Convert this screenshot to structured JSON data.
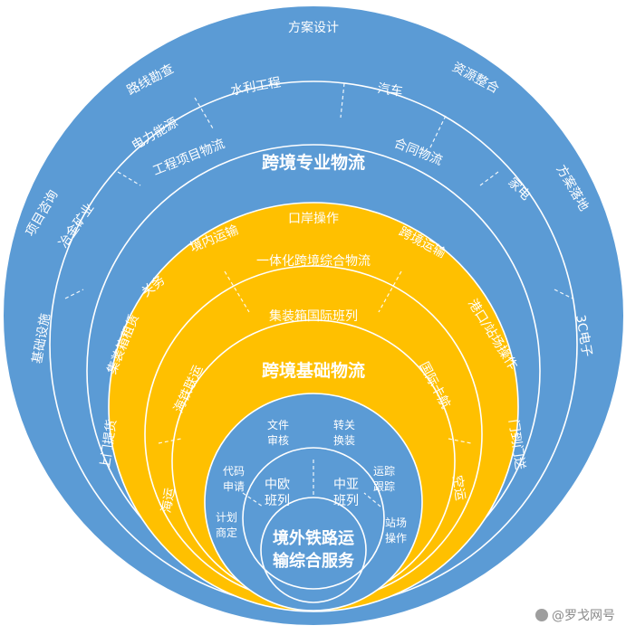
{
  "colors": {
    "outer": "#5b9bd5",
    "middle": "#ffc000",
    "inner": "#5b9bd5",
    "line": "#ffffff"
  },
  "outer": {
    "title": "跨境专业物流",
    "labels": {
      "top": "方案设计",
      "route": "路线勘查",
      "resource": "资源整合",
      "water": "水利工程",
      "car": "汽车",
      "power": "电力能源",
      "contract": "合同物流",
      "engineering": "工程项目物流",
      "consult": "项目咨询",
      "metal": "冶金矿业",
      "appliance": "家电",
      "landing": "方案落地",
      "infra": "基础设施",
      "electronics": "3C电子"
    }
  },
  "middle": {
    "title": "跨境基础物流",
    "labels": {
      "port": "口岸操作",
      "domestic": "境内运输",
      "cross": "跨境运输",
      "integrated": "一体化跨境综合物流",
      "customs": "关务",
      "container_rent": "集装箱租赁",
      "port_station": "港口/站场操作",
      "container_train": "集装箱国际班列",
      "rail_sea": "海铁联运",
      "truck": "国际卡航",
      "pickup": "上门提货",
      "delivery": "门到门送",
      "sea": "海运",
      "air": "空运"
    }
  },
  "inner": {
    "title_line1": "境外铁路运",
    "title_line2": "输综合服务",
    "labels": {
      "doc1": "文件",
      "doc2": "审核",
      "trans1": "转关",
      "trans2": "换装",
      "code1": "代码",
      "code2": "申请",
      "track1": "运踪",
      "track2": "跟踪",
      "cheu1": "中欧",
      "cheu2": "班列",
      "chasia1": "中亚",
      "chasia2": "班列",
      "plan1": "计划",
      "plan2": "商定",
      "station1": "站场",
      "station2": "操作"
    }
  },
  "watermark": {
    "text": "@罗戈网号"
  }
}
